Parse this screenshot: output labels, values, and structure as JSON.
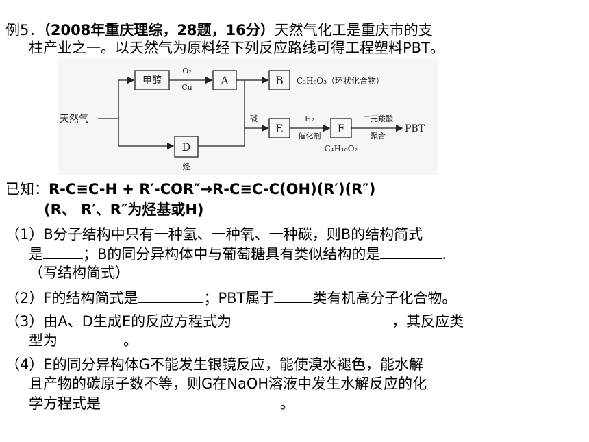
{
  "example": {
    "label": "例5．",
    "source": "（2008年重庆理综，28题，16分）",
    "intro_rest": "天然气化工是重庆市的支",
    "intro_line2": "柱产业之一。以天然气为原料经下列反应路线可得工程塑料PBT。"
  },
  "scheme": {
    "start": "天然气",
    "methanol": "甲醇",
    "cond_o2": "O₂",
    "cond_cu": "Cu",
    "A": "A",
    "B": "B",
    "B_formula": "C₃H₆O₃（环状化合物）",
    "cond_base": "碱",
    "E": "E",
    "cond_h2": "H₂",
    "cond_cat": "催化剂",
    "F": "F",
    "F_formula": "C₄H₁₀O₂",
    "cond_acid": "二元羧酸",
    "cond_poly": "聚合",
    "PBT": "PBT",
    "D": "D",
    "D_label": "烃"
  },
  "known": {
    "label": "已知：",
    "reaction": "R-C≡C-H + R′-COR″→R-C≡C-C(OH)(R′)(R″)",
    "note": "(R、 R′、R″为烃基或H)"
  },
  "questions": {
    "q1_line1": "（1）B分子结构中只有一种氢、一种氧、一种碳，则B的结构简式",
    "q1_line2a": "是",
    "q1_line2b": "；B的同分异构体中与葡萄糖具有类似结构的是",
    "q1_line2c": ".",
    "q1_line3": "（写结构简式）",
    "q2_a": "（2）F的结构简式是",
    "q2_b": "；PBT属于",
    "q2_c": "类有机高分子化合物。",
    "q3_a": "（3）由A、D生成E的反应方程式为",
    "q3_b": "，其反应类",
    "q3_line2a": "型为",
    "q3_line2b": "。",
    "q4_line1": "（4）E的同分异构体G不能发生银镜反应，能使溴水褪色，能水解",
    "q4_line2": "且产物的碳原子数不等，则G在NaOH溶液中发生水解反应的化",
    "q4_line3a": "学方程式是",
    "q4_line3b": "。"
  }
}
